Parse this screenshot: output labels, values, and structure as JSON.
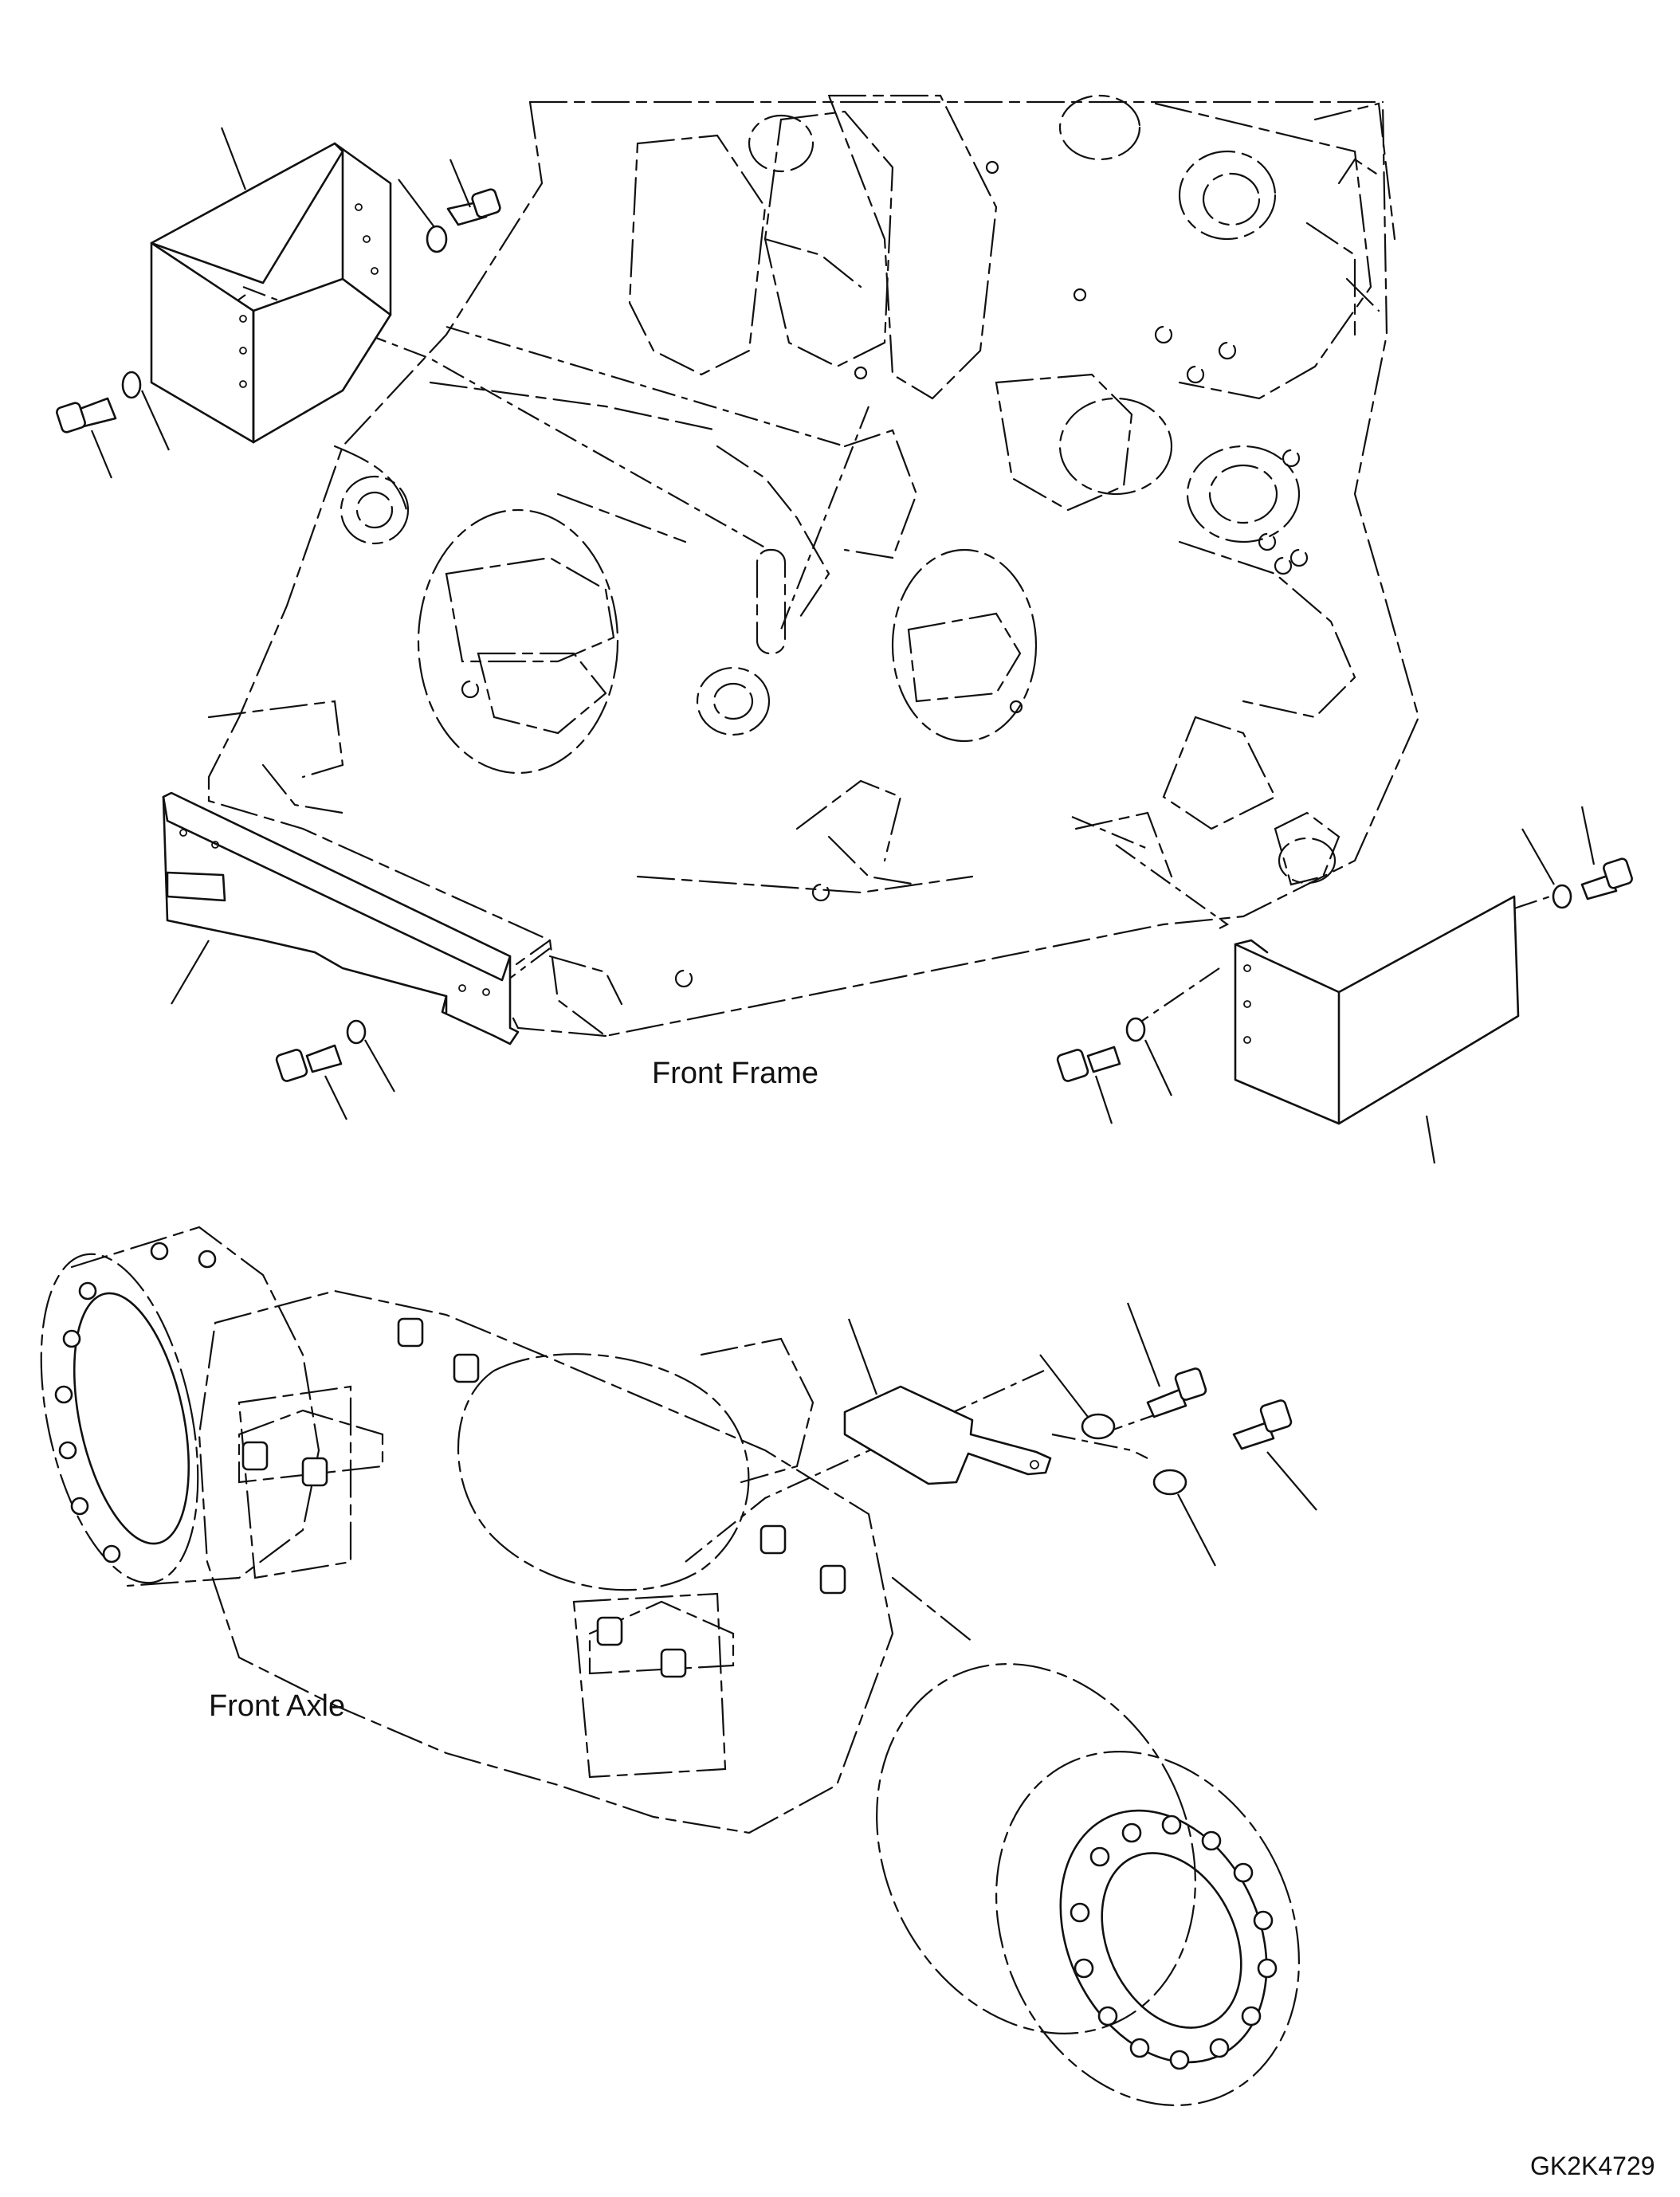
{
  "labels": {
    "front_frame": "Front Frame",
    "front_axle": "Front Axle",
    "drawing_code": "GK2K4729"
  }
}
